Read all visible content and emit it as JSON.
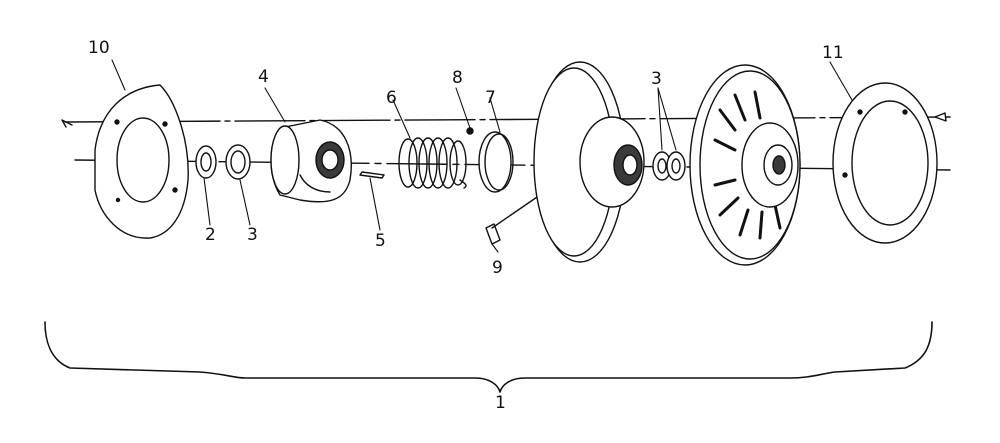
{
  "diagram": {
    "colors": {
      "ink": "#111111",
      "paper": "#ffffff",
      "shade": "#3a3a3a"
    },
    "callouts": {
      "c1": "1",
      "c2": "2",
      "c3a": "3",
      "c3b": "3",
      "c4": "4",
      "c5": "5",
      "c6": "6",
      "c7": "7",
      "c8": "8",
      "c9": "9",
      "c10": "10",
      "c11": "11"
    }
  }
}
